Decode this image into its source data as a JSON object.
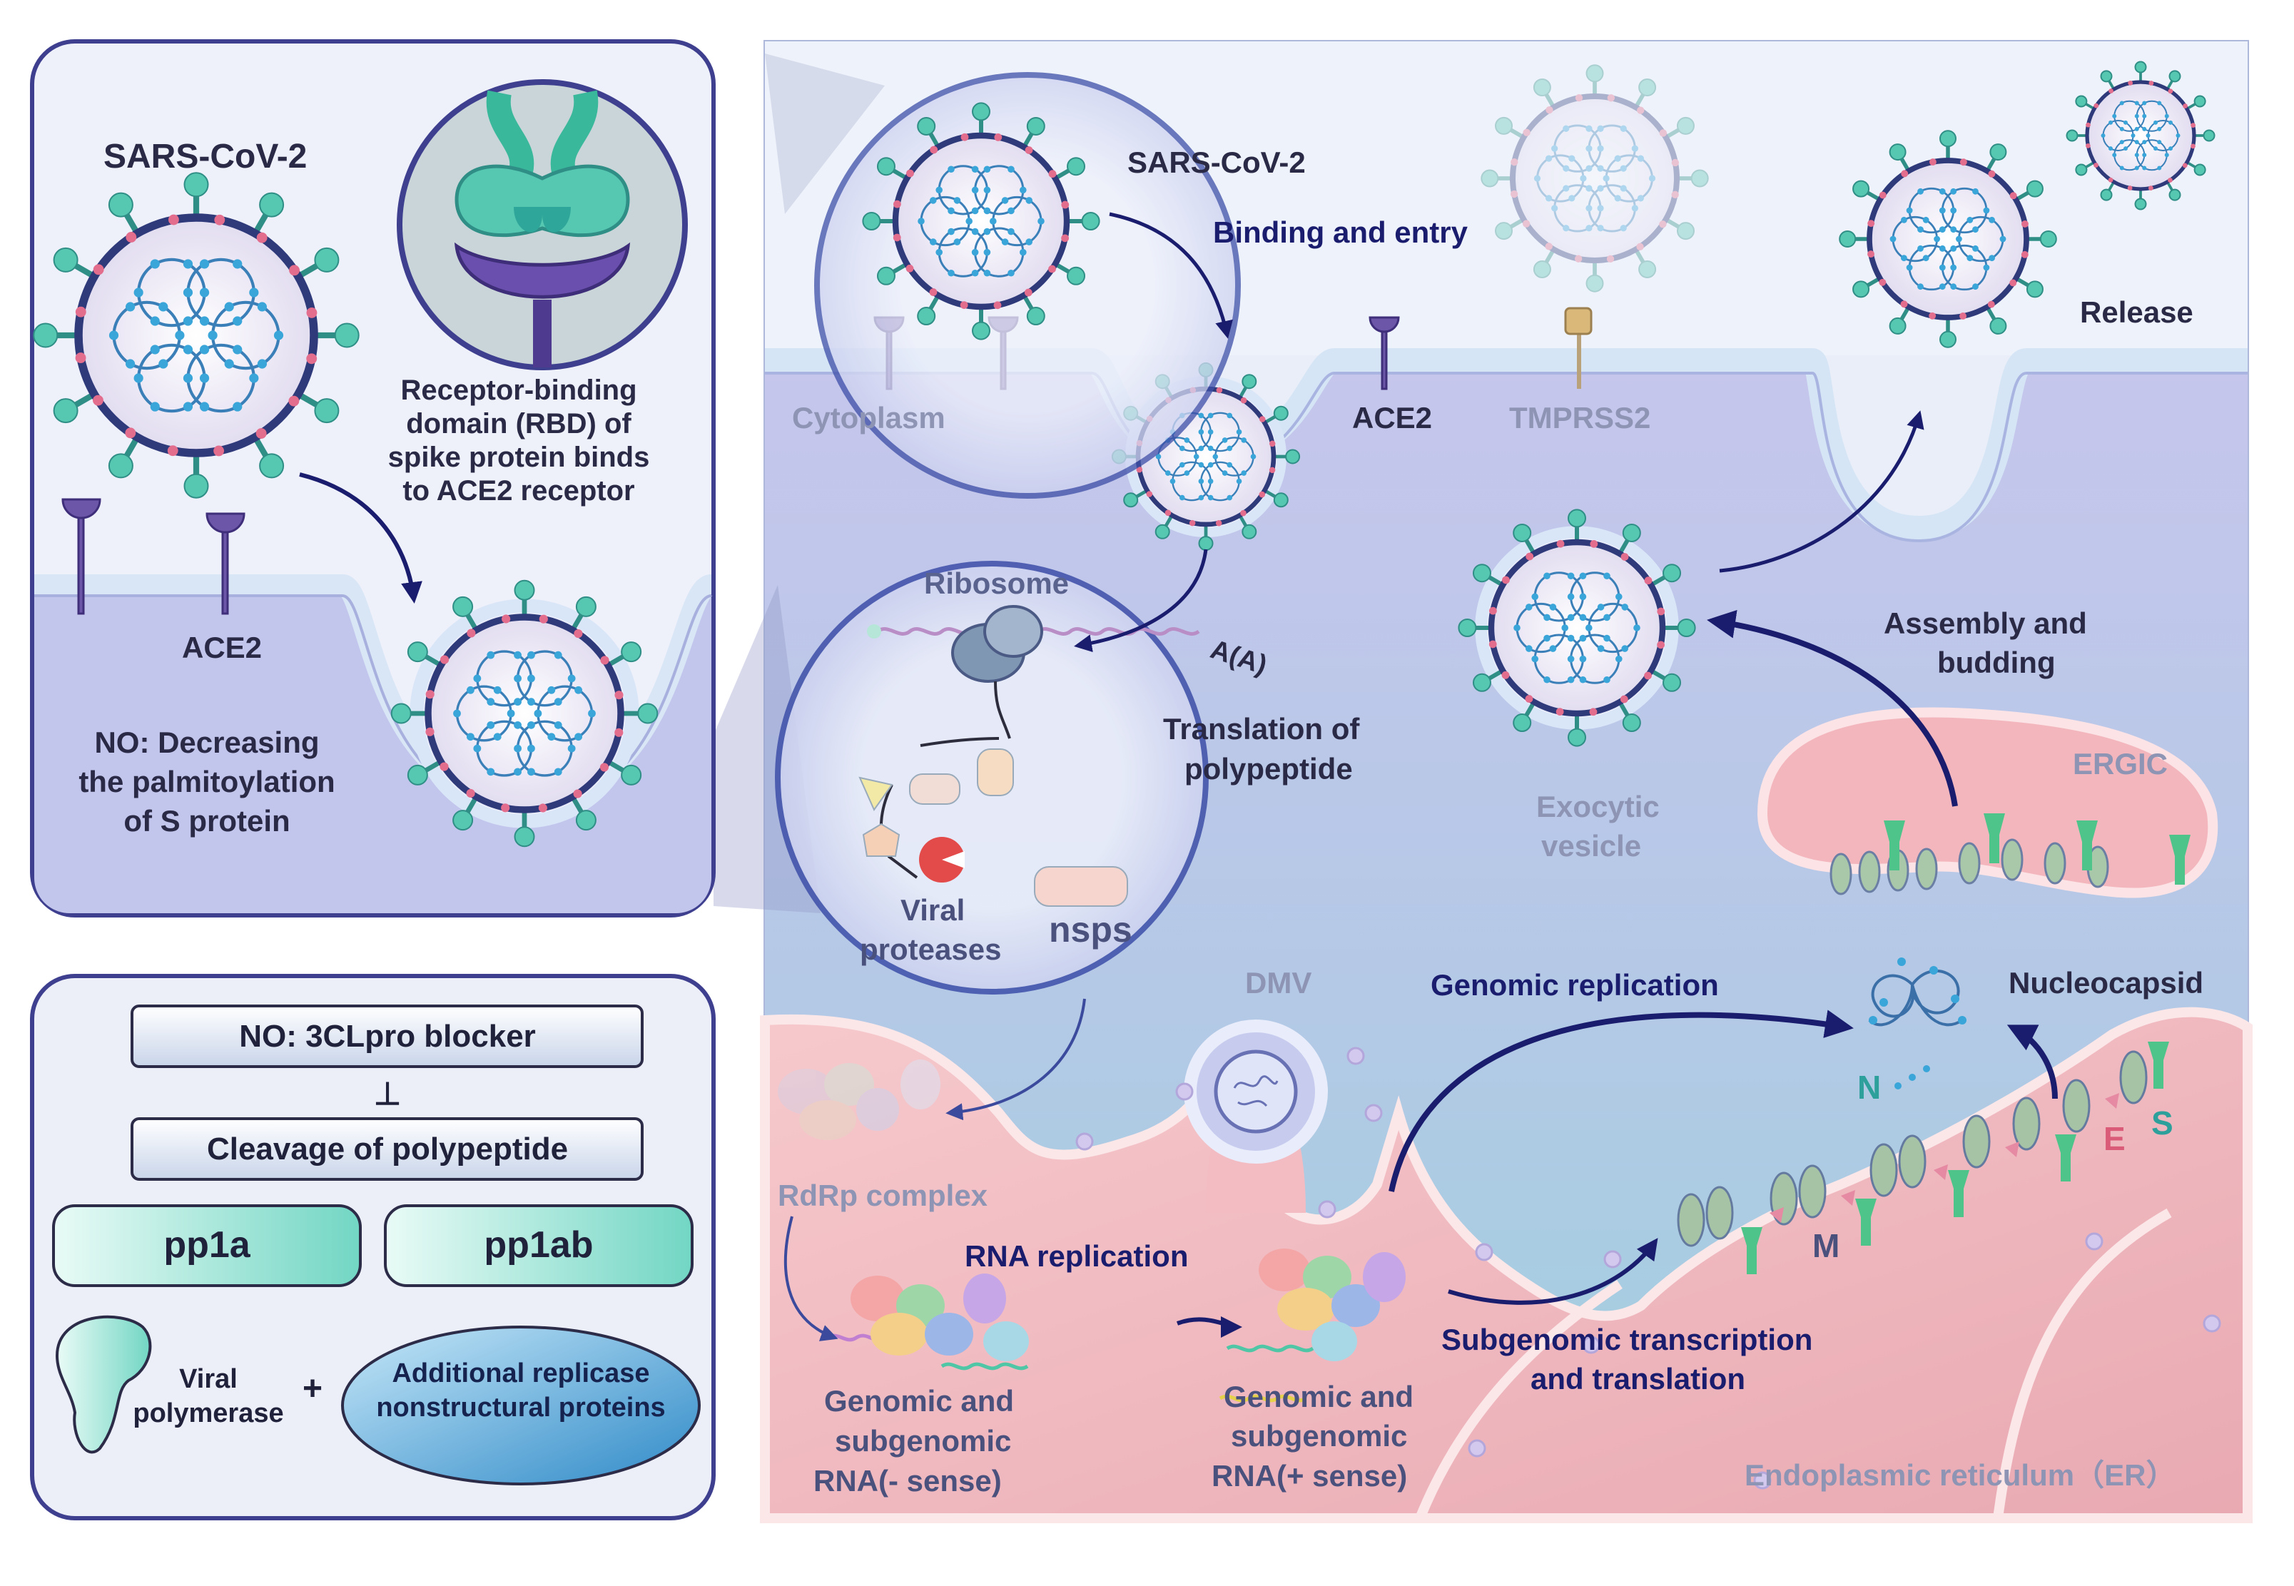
{
  "colors": {
    "membrane": "#cfe0f4",
    "cytoplasm": "#bcc2e8",
    "er_pink": "#f2b9bd",
    "navy": "#1a1c6e",
    "teal": "#6dd3c0",
    "virus_blue": "#3a92c9",
    "spike_pink": "#e36d8c",
    "grey_text": "#8d94b4"
  },
  "icons": [
    "virus-icon",
    "ace2-receptor-icon",
    "tmprss2-icon",
    "ribosome-icon",
    "protease-icon",
    "rdrp-complex-icon",
    "dmv-icon",
    "er-membrane-icon",
    "ergic-icon",
    "nucleocapsid-icon",
    "polymerase-icon"
  ],
  "left_top_panel": {
    "virus_label": "SARS-CoV-2",
    "rbd_caption": [
      "Receptor-binding",
      "domain (RBD) of",
      "spike protein binds",
      "to ACE2 receptor"
    ],
    "ace2_label": "ACE2",
    "no_caption": [
      "NO: Decreasing",
      "the palmitoylation",
      "of S protein"
    ]
  },
  "left_bottom_panel": {
    "blocker": "NO: 3CLpro blocker",
    "inhibit_symbol": "⊥",
    "cleavage": "Cleavage of polypeptide",
    "pp1a": "pp1a",
    "pp1ab": "pp1ab",
    "polymerase": [
      "Viral",
      "polymerase"
    ],
    "plus": "+",
    "replicase": [
      "Additional replicase",
      "nonstructural proteins"
    ]
  },
  "main": {
    "virus_label": "SARS-CoV-2",
    "binding": "Binding and entry",
    "cytoplasm": "Cytoplasm",
    "ace2": "ACE2",
    "tmprss2": "TMPRSS2",
    "release": "Release",
    "ribosome": "Ribosome",
    "polya": "A(A)",
    "translation": [
      "Translation of",
      "polypeptide"
    ],
    "proteases": [
      "Viral",
      "proteases"
    ],
    "nsps": "nsps",
    "assembly": [
      "Assembly and",
      "budding"
    ],
    "ergic": "ERGIC",
    "exocytic": [
      "Exocytic",
      "vesicle"
    ],
    "dmv": "DMV",
    "genomic_replication": "Genomic replication",
    "nucleocapsid": "Nucleocapsid",
    "n": "N",
    "e": "E",
    "s": "S",
    "m": "M",
    "rdrp": "RdRp complex",
    "rna_replication": "RNA replication",
    "subgenomic": [
      "Subgenomic transcription",
      "and translation"
    ],
    "minus_rna": [
      "Genomic and",
      "subgenomic",
      "RNA(- sense)"
    ],
    "plus_rna": [
      "Genomic and",
      "subgenomic",
      "RNA(+ sense)"
    ],
    "er": "Endoplasmic reticulum（ER）"
  }
}
